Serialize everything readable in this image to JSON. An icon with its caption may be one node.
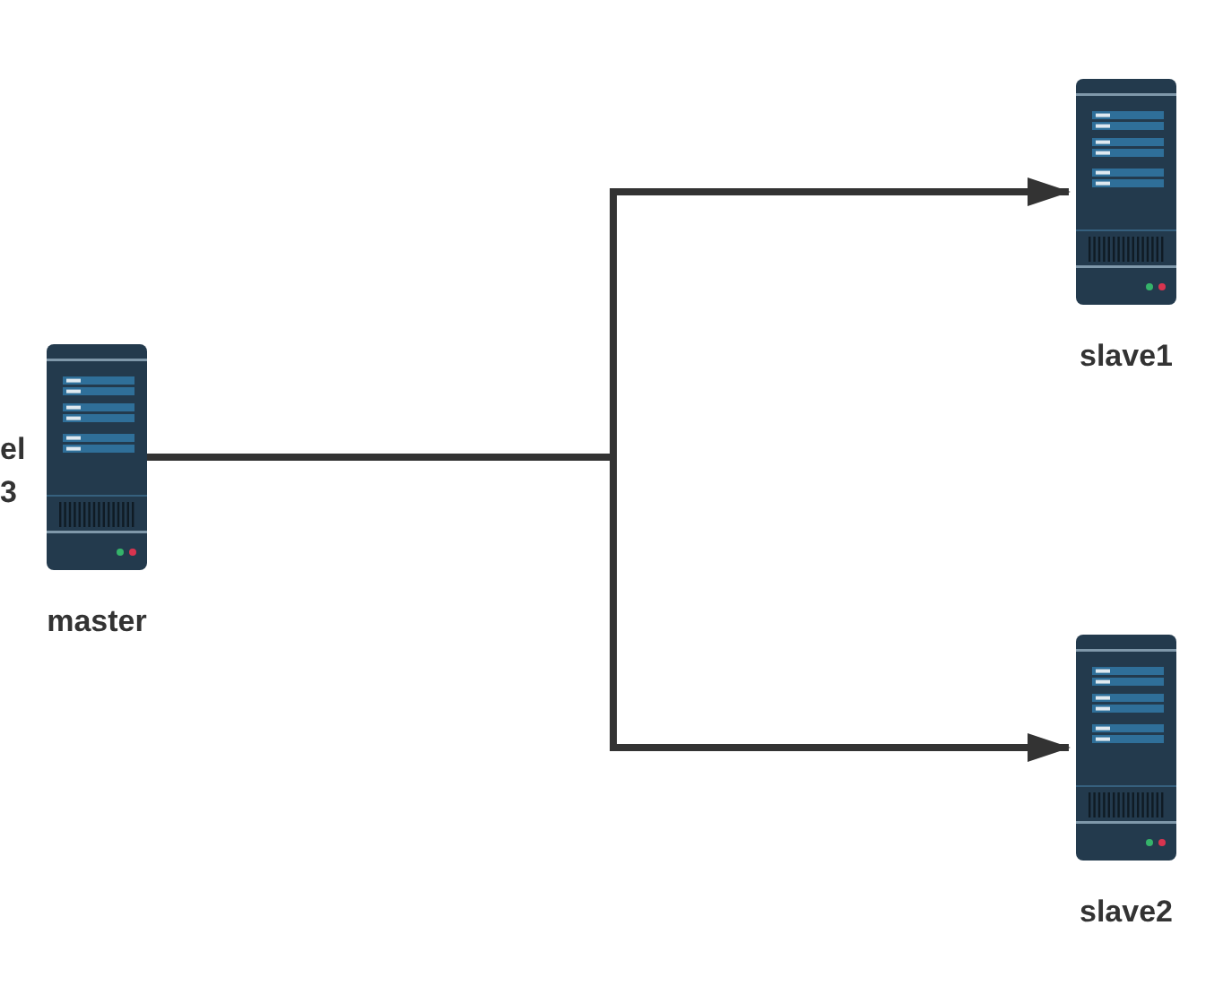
{
  "diagram": {
    "nodes": [
      {
        "text": [
          "master"
        ]
      },
      {
        "text": [
          "slave1"
        ]
      },
      {
        "text": [
          "slave2"
        ]
      }
    ],
    "edges": [
      {
        "from": 0,
        "to": 1,
        "arrow": "to"
      },
      {
        "from": 0,
        "to": 2,
        "arrow": "to"
      }
    ],
    "labels": [
      "el",
      "3"
    ]
  }
}
